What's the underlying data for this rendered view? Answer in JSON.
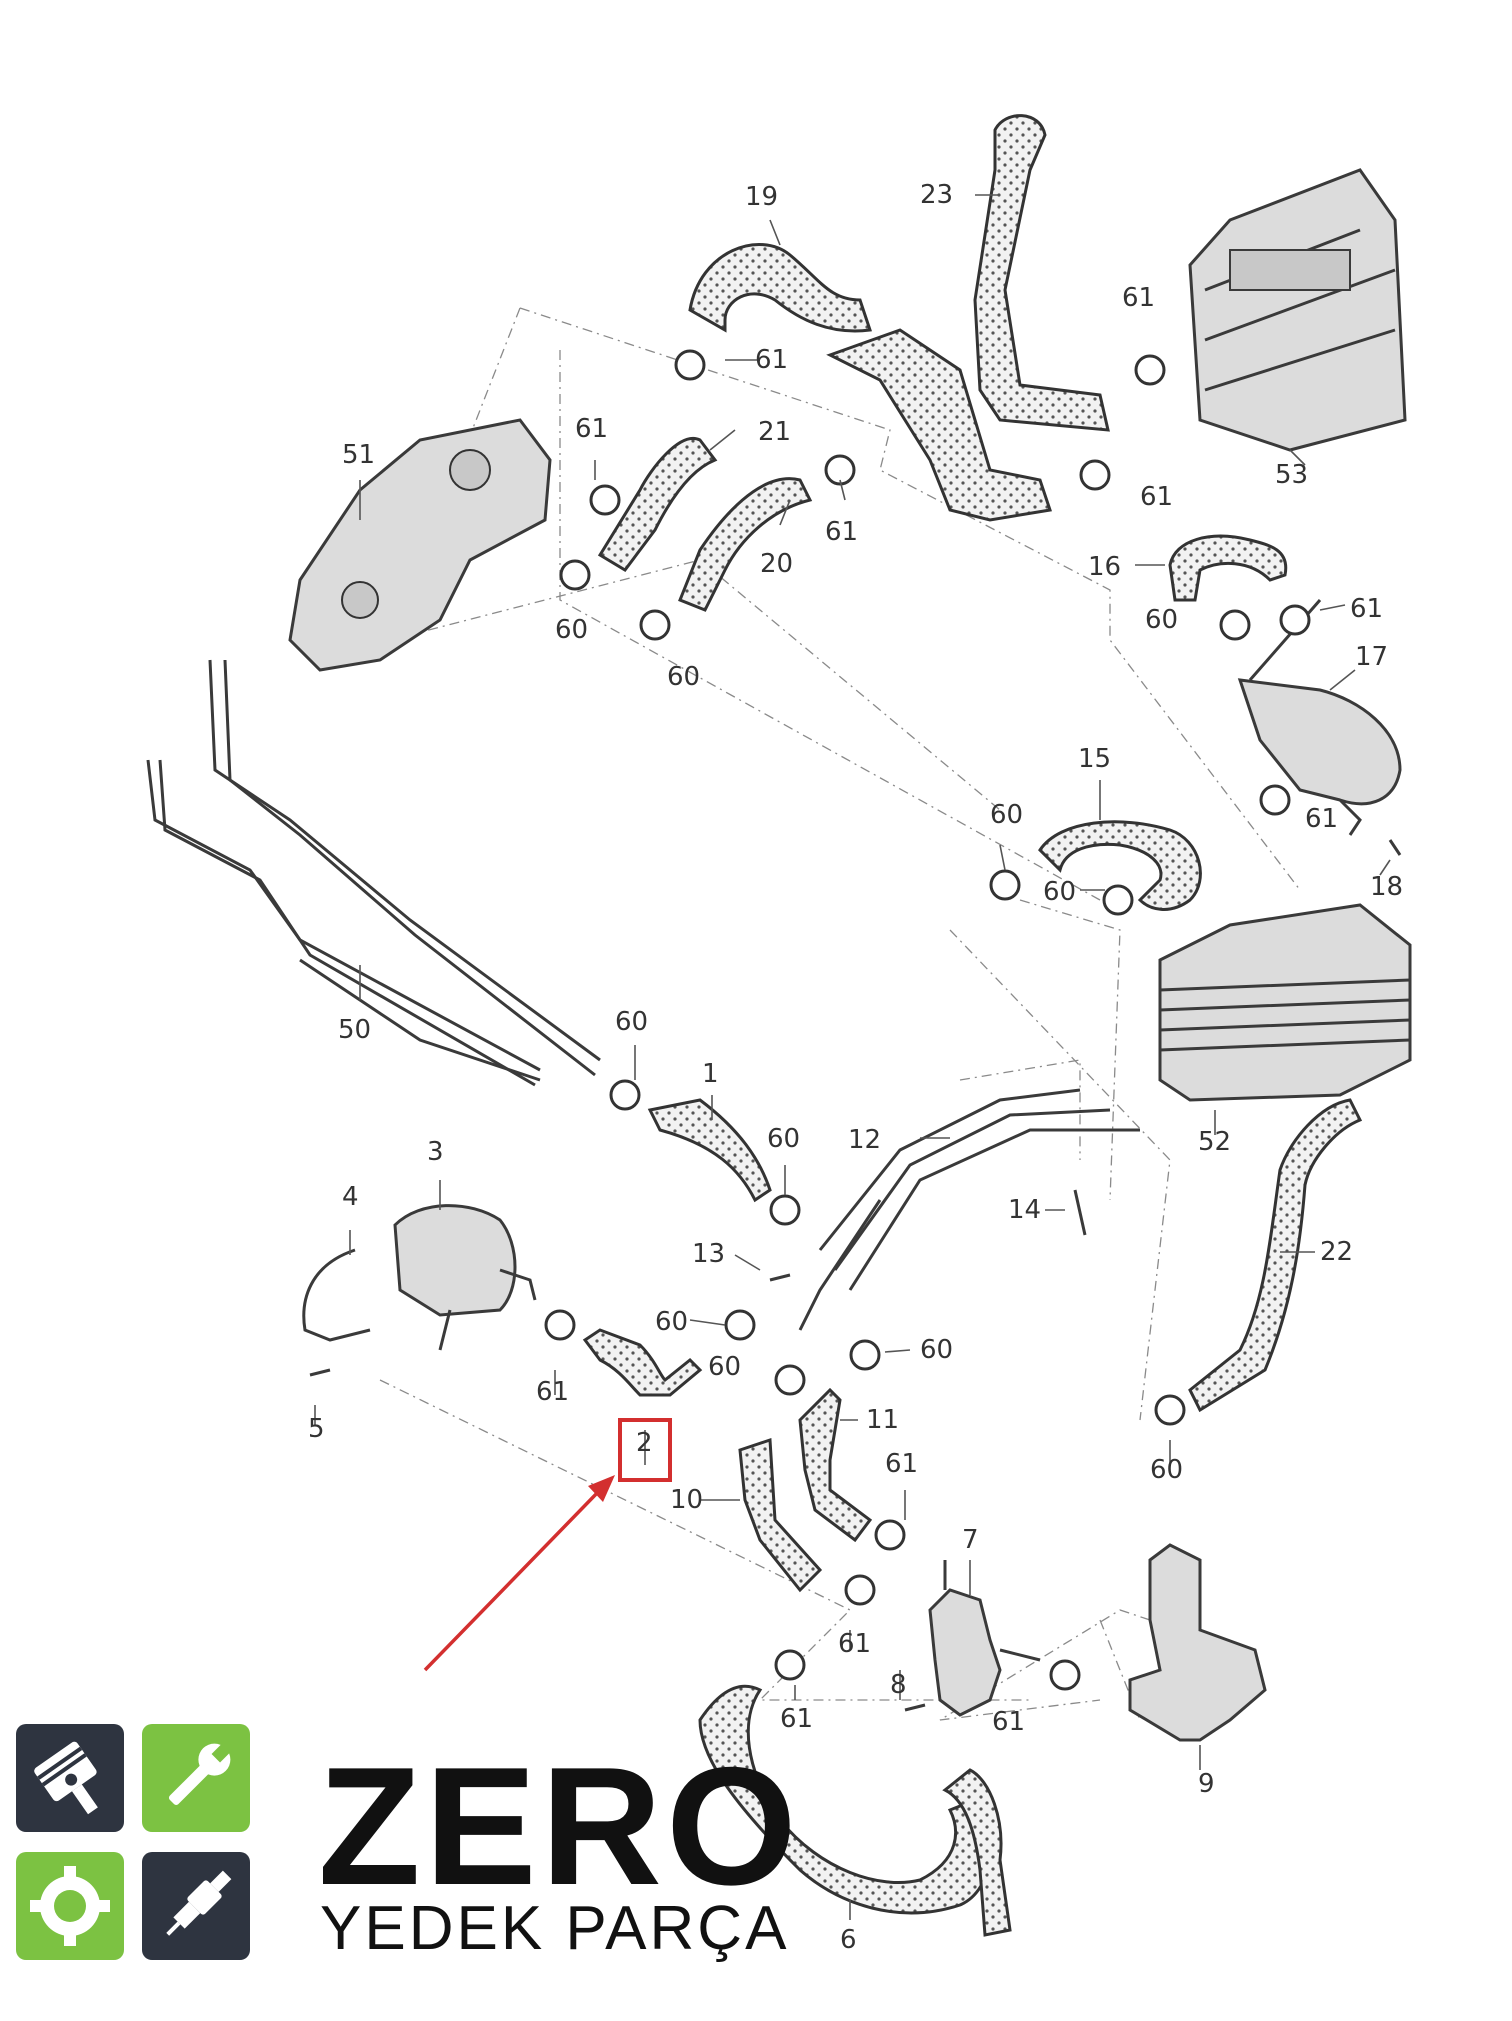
{
  "diagram": {
    "labels": {
      "p19": "19",
      "p23": "23",
      "p61a": "61",
      "p61b": "61",
      "p21": "21",
      "p51": "51",
      "p61c": "61",
      "p61d": "61",
      "p20": "20",
      "p61e": "61",
      "p53": "53",
      "p60a": "60",
      "p60b": "60",
      "p16": "16",
      "p60c": "60",
      "p61f": "61",
      "p17": "17",
      "p15": "15",
      "p60d": "60",
      "p60e": "60",
      "p61g": "61",
      "p18": "18",
      "p50": "50",
      "p60f": "60",
      "p1": "1",
      "p60g": "60",
      "p12": "12",
      "p52": "52",
      "p3": "3",
      "p4": "4",
      "p14": "14",
      "p22": "22",
      "p13": "13",
      "p60h": "60",
      "p60i": "60",
      "p60j": "60",
      "p61h": "61",
      "p5": "5",
      "p2": "2",
      "p11": "11",
      "p10": "10",
      "p61i": "61",
      "p60k": "60",
      "p7": "7",
      "p61j": "61",
      "p8": "8",
      "p61k": "61",
      "p61l": "61",
      "p9": "9",
      "p6": "6"
    },
    "highlight_color": "#d32f2f"
  },
  "brand": {
    "name": "ZERO",
    "tagline": "YEDEK PARÇA",
    "colors": {
      "dark": "#2e3440",
      "green": "#7cc242"
    },
    "icons": [
      "piston-icon",
      "wrench-icon",
      "gear-icon",
      "spark-plug-icon"
    ]
  }
}
